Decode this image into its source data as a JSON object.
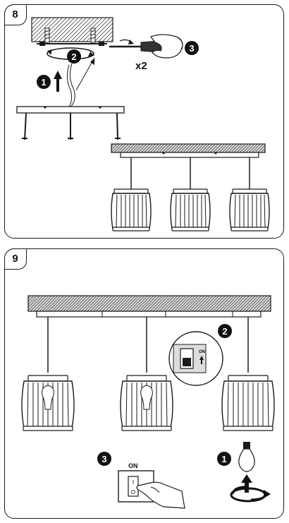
{
  "steps": [
    {
      "number": "8",
      "callouts": [
        "1",
        "2",
        "3"
      ],
      "multiplier": "x2"
    },
    {
      "number": "9",
      "callouts": [
        "1",
        "2",
        "3"
      ],
      "switch_label": "ON",
      "switch_marks": [
        "I",
        "O"
      ]
    }
  ],
  "colors": {
    "ink": "#1a1a1a",
    "hatch": "#555555",
    "callout_fill": "#111111",
    "callout_text": "#ffffff"
  }
}
